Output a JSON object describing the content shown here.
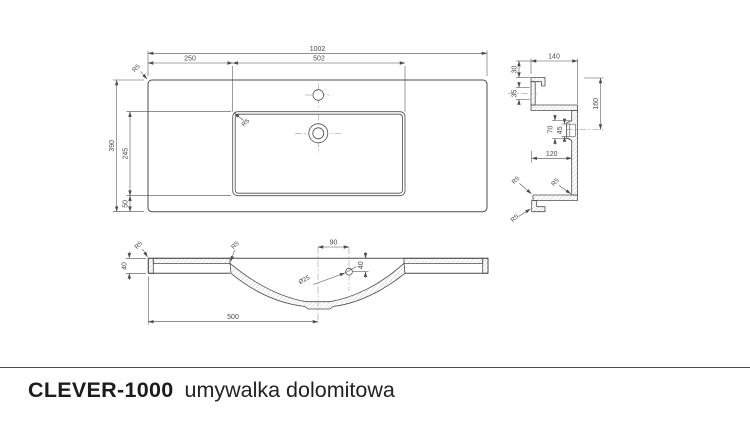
{
  "title": {
    "model": "CLEVER-1000",
    "product": "umywalka dolomitowa"
  },
  "plan": {
    "dims": {
      "total_width": "1002",
      "tap_offset": "250",
      "basin_width": "502",
      "total_depth": "390",
      "basin_depth": "245",
      "front_margin": "50",
      "corner_radius": "R5",
      "basin_corner_radius": "R5"
    }
  },
  "side": {
    "dims": {
      "total_height": "140",
      "top_offset": "30",
      "mount_offset": "35",
      "drain_height": "160",
      "drain_boss_outer": "70",
      "drain_boss_inner": "45",
      "inner_width": "120",
      "radius_a": "R5",
      "radius_b": "R5",
      "radius_c": "R5"
    }
  },
  "front": {
    "dims": {
      "edge_height": "40",
      "overflow_offset": "90",
      "overflow_diameter": "Ø25",
      "overflow_drop": "40",
      "center_offset": "500",
      "corner_radius": "R5",
      "bowl_radius": "R5"
    }
  }
}
